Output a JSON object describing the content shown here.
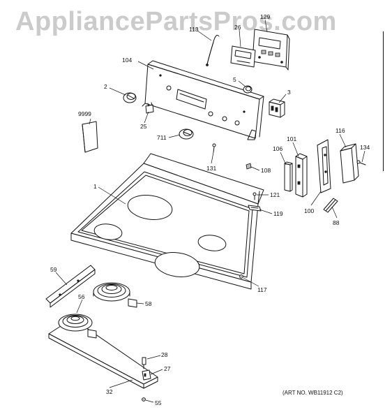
{
  "watermark": "AppliancePartsPros.com",
  "art_number": "(ART NO. WB11912 C2)",
  "callouts": [
    {
      "id": "129",
      "text": "129"
    },
    {
      "id": "113",
      "text": "113"
    },
    {
      "id": "26",
      "text": "26"
    },
    {
      "id": "104",
      "text": "104"
    },
    {
      "id": "2",
      "text": "2"
    },
    {
      "id": "5",
      "text": "5"
    },
    {
      "id": "3",
      "text": "3"
    },
    {
      "id": "9999",
      "text": "9999"
    },
    {
      "id": "25",
      "text": "25"
    },
    {
      "id": "711",
      "text": "711"
    },
    {
      "id": "131",
      "text": "131"
    },
    {
      "id": "108",
      "text": "108"
    },
    {
      "id": "106",
      "text": "106"
    },
    {
      "id": "101",
      "text": "101"
    },
    {
      "id": "116",
      "text": "116"
    },
    {
      "id": "134",
      "text": "134"
    },
    {
      "id": "1",
      "text": "1"
    },
    {
      "id": "121",
      "text": "121"
    },
    {
      "id": "119",
      "text": "119"
    },
    {
      "id": "100",
      "text": "100"
    },
    {
      "id": "88",
      "text": "88"
    },
    {
      "id": "59",
      "text": "59"
    },
    {
      "id": "117",
      "text": "117"
    },
    {
      "id": "56",
      "text": "56"
    },
    {
      "id": "58",
      "text": "58"
    },
    {
      "id": "28",
      "text": "28"
    },
    {
      "id": "27",
      "text": "27"
    },
    {
      "id": "32",
      "text": "32"
    },
    {
      "id": "55",
      "text": "55"
    }
  ]
}
